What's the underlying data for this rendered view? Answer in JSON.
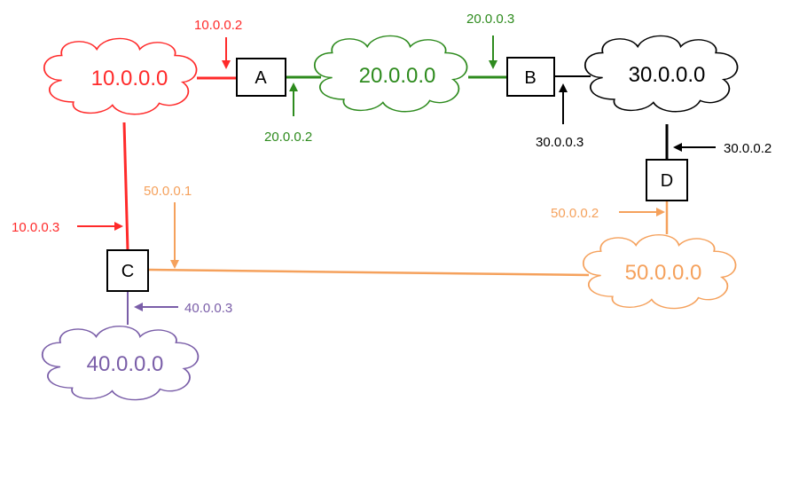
{
  "colors": {
    "red": "#ff2a2a",
    "green": "#2e8b1e",
    "black": "#000000",
    "orange": "#f5a15c",
    "purple": "#7a5ea8"
  },
  "networks": {
    "net10": {
      "label": "10.0.0.0",
      "color": "red"
    },
    "net20": {
      "label": "20.0.0.0",
      "color": "green"
    },
    "net30": {
      "label": "30.0.0.0",
      "color": "black"
    },
    "net40": {
      "label": "40.0.0.0",
      "color": "purple"
    },
    "net50": {
      "label": "50.0.0.0",
      "color": "orange"
    }
  },
  "routers": {
    "A": {
      "label": "A"
    },
    "B": {
      "label": "B"
    },
    "C": {
      "label": "C"
    },
    "D": {
      "label": "D"
    }
  },
  "interfaces": {
    "a_10": "10.0.0.2",
    "a_20": "20.0.0.2",
    "b_20": "20.0.0.3",
    "b_30": "30.0.0.3",
    "d_30": "30.0.0.2",
    "d_50": "50.0.0.2",
    "c_50": "50.0.0.1",
    "c_10": "10.0.0.3",
    "c_40": "40.0.0.3"
  }
}
